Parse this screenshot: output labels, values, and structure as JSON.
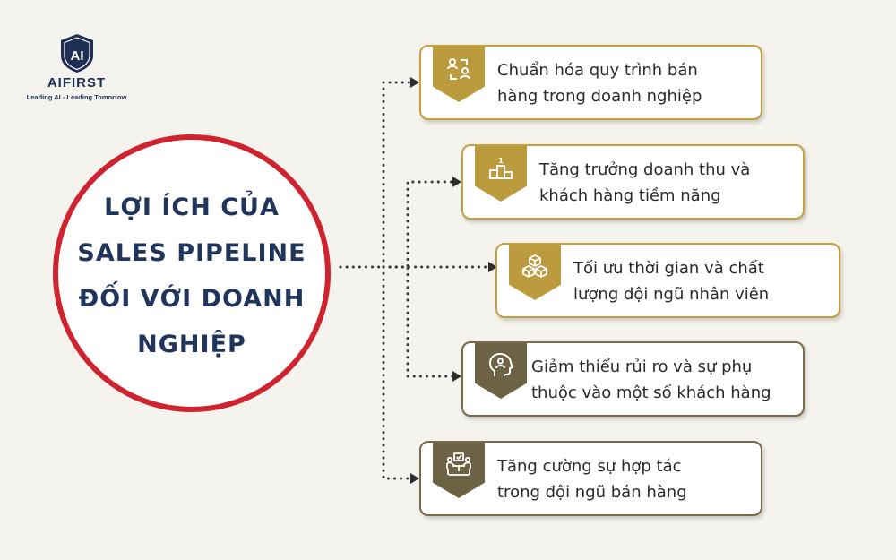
{
  "logo": {
    "mark": "AI",
    "brand": "AIFIRST",
    "tagline": "Leading AI - Leading Tomorrow"
  },
  "center": {
    "lines": [
      "LỢI ÍCH CỦA",
      "SALES PIPELINE",
      "ĐỐI VỚI DOANH",
      "NGHIỆP"
    ]
  },
  "benefits": [
    {
      "icon": "people-exchange-icon",
      "line1": "Chuẩn hóa quy trình bán",
      "line2": "hàng trong doanh nghiệp"
    },
    {
      "icon": "podium-icon",
      "line1": "Tăng trưởng doanh thu và",
      "line2": "khách hàng tiềm năng"
    },
    {
      "icon": "cubes-icon",
      "line1": "Tối ưu thời gian và chất",
      "line2": "lượng đội ngũ nhân viên"
    },
    {
      "icon": "head-person-icon",
      "line1": "Giảm thiểu rủi ro và sự phụ",
      "line2": "thuộc vào một số khách hàng"
    },
    {
      "icon": "team-collaboration-icon",
      "line1": "Tăng cường sự hợp tác",
      "line2": "trong đội ngũ bán hàng"
    }
  ],
  "colors": {
    "background": "#f5f3ed",
    "circle_border": "#cf2330",
    "title": "#1f355c",
    "gold": "#bc9a3e",
    "dark_gold": "#6e6244"
  }
}
